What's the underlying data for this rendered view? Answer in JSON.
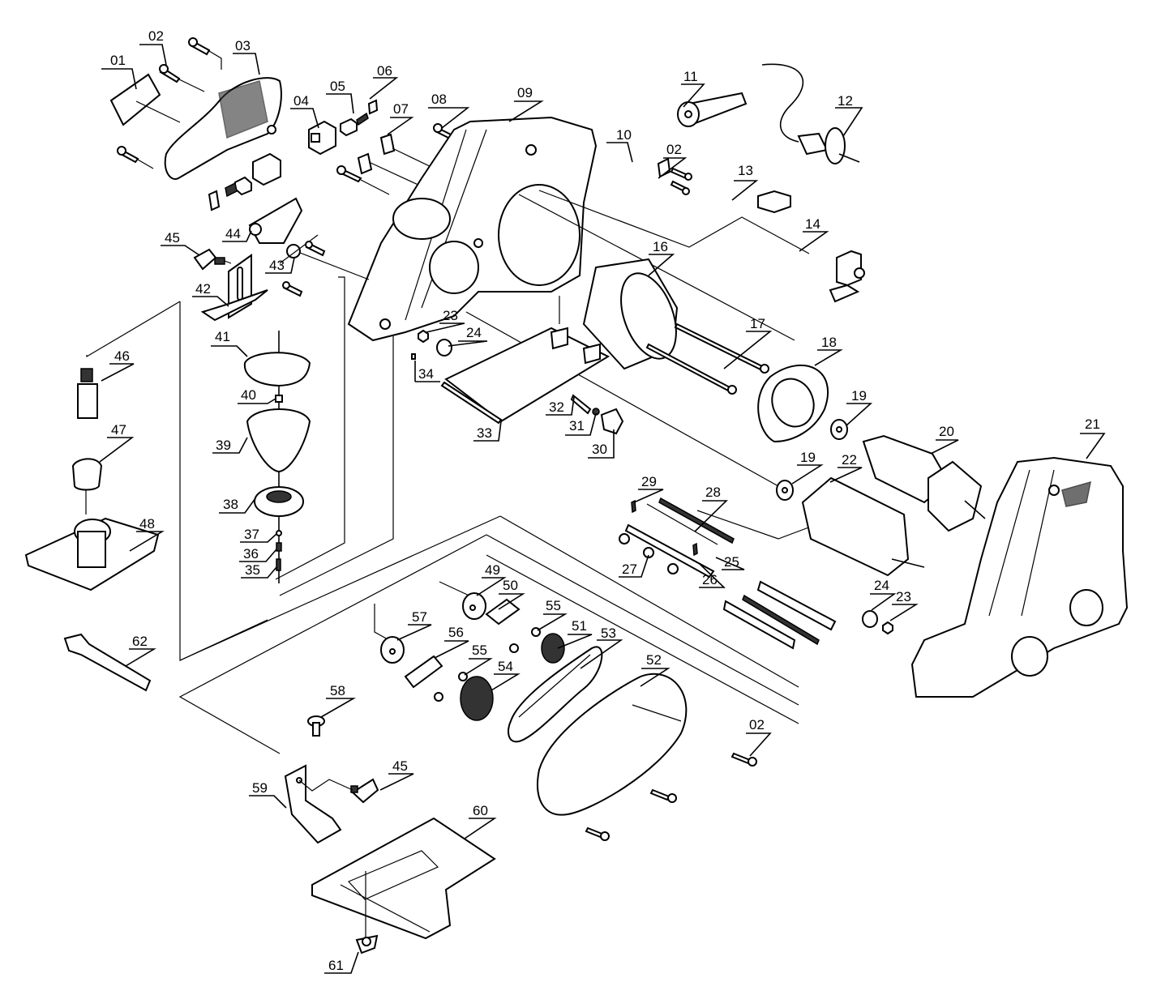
{
  "diagram": {
    "title": "",
    "type": "exploded-parts-diagram",
    "subject": "electric planer",
    "callouts": [
      {
        "id": "01",
        "label": "01"
      },
      {
        "id": "02a",
        "label": "02"
      },
      {
        "id": "03",
        "label": "03"
      },
      {
        "id": "04",
        "label": "04"
      },
      {
        "id": "05",
        "label": "05"
      },
      {
        "id": "06",
        "label": "06"
      },
      {
        "id": "07",
        "label": "07"
      },
      {
        "id": "08",
        "label": "08"
      },
      {
        "id": "09",
        "label": "09"
      },
      {
        "id": "10",
        "label": "10"
      },
      {
        "id": "11",
        "label": "11"
      },
      {
        "id": "02b",
        "label": "02"
      },
      {
        "id": "12",
        "label": "12"
      },
      {
        "id": "13",
        "label": "13"
      },
      {
        "id": "14",
        "label": "14"
      },
      {
        "id": "16",
        "label": "16"
      },
      {
        "id": "17",
        "label": "17"
      },
      {
        "id": "18",
        "label": "18"
      },
      {
        "id": "19a",
        "label": "19"
      },
      {
        "id": "19b",
        "label": "19"
      },
      {
        "id": "20",
        "label": "20"
      },
      {
        "id": "21",
        "label": "21"
      },
      {
        "id": "22",
        "label": "22"
      },
      {
        "id": "23a",
        "label": "23"
      },
      {
        "id": "24a",
        "label": "24"
      },
      {
        "id": "23b",
        "label": "23"
      },
      {
        "id": "24b",
        "label": "24"
      },
      {
        "id": "25",
        "label": "25"
      },
      {
        "id": "26",
        "label": "26"
      },
      {
        "id": "27",
        "label": "27"
      },
      {
        "id": "28",
        "label": "28"
      },
      {
        "id": "29",
        "label": "29"
      },
      {
        "id": "30",
        "label": "30"
      },
      {
        "id": "31",
        "label": "31"
      },
      {
        "id": "32",
        "label": "32"
      },
      {
        "id": "33",
        "label": "33"
      },
      {
        "id": "34",
        "label": "34"
      },
      {
        "id": "35",
        "label": "35"
      },
      {
        "id": "36",
        "label": "36"
      },
      {
        "id": "37",
        "label": "37"
      },
      {
        "id": "38",
        "label": "38"
      },
      {
        "id": "39",
        "label": "39"
      },
      {
        "id": "40",
        "label": "40"
      },
      {
        "id": "41",
        "label": "41"
      },
      {
        "id": "42",
        "label": "42"
      },
      {
        "id": "43",
        "label": "43"
      },
      {
        "id": "44",
        "label": "44"
      },
      {
        "id": "45a",
        "label": "45"
      },
      {
        "id": "46",
        "label": "46"
      },
      {
        "id": "47",
        "label": "47"
      },
      {
        "id": "48",
        "label": "48"
      },
      {
        "id": "49",
        "label": "49"
      },
      {
        "id": "50",
        "label": "50"
      },
      {
        "id": "51",
        "label": "51"
      },
      {
        "id": "52",
        "label": "52"
      },
      {
        "id": "53",
        "label": "53"
      },
      {
        "id": "54",
        "label": "54"
      },
      {
        "id": "55a",
        "label": "55"
      },
      {
        "id": "55b",
        "label": "55"
      },
      {
        "id": "56",
        "label": "56"
      },
      {
        "id": "57",
        "label": "57"
      },
      {
        "id": "58",
        "label": "58"
      },
      {
        "id": "59",
        "label": "59"
      },
      {
        "id": "45b",
        "label": "45"
      },
      {
        "id": "60",
        "label": "60"
      },
      {
        "id": "61",
        "label": "61"
      },
      {
        "id": "62",
        "label": "62"
      },
      {
        "id": "02c",
        "label": "02"
      }
    ]
  }
}
